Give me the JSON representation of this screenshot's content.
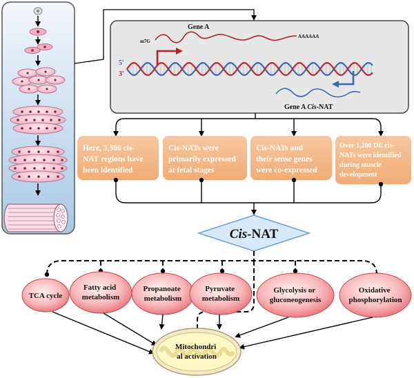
{
  "gene_panel": {
    "gene_a_label": "Gene A",
    "cap_label": "m7G",
    "polya_label": "AAAAAA",
    "strand_5_label": "5'",
    "strand_3_label": "3'",
    "nat_label_prefix": "Gene A ",
    "nat_label_italic": "Cis",
    "nat_label_suffix": "-NAT"
  },
  "findings": [
    {
      "line1": "Here, 3,306 cis-",
      "line2": "NAT regions have",
      "line3": "been identified"
    },
    {
      "line1": "Cis-NATs were",
      "line2": "primarily expressed",
      "line3": "at fetal stages"
    },
    {
      "line1": "Cis-NATs and",
      "line2": "their sense genes",
      "line3": "were co-expressed"
    },
    {
      "line1": "Over 1,200 DE cis-",
      "line2": "NATs were identified",
      "line3": "during muscle",
      "line4": "development"
    }
  ],
  "center": {
    "italic": "Cis",
    "suffix": "-NAT"
  },
  "pathways": [
    {
      "line1": "TCA cycle"
    },
    {
      "line1": "Fatty acid",
      "line2": "metabolism"
    },
    {
      "line1": "Propanoate",
      "line2": "metabolism"
    },
    {
      "line1": "Pyruvate",
      "line2": "metabolism"
    },
    {
      "line1": "Glycolysis or",
      "line2": "gluconeogenesis"
    },
    {
      "line1": "Oxidative",
      "line2": "phosphorylation"
    }
  ],
  "mito": {
    "line1": "Mitochondri",
    "line2": "al activation"
  },
  "colors": {
    "left_panel_top": "#f2f6fb",
    "left_panel_bottom": "#a9cbe6",
    "gene_panel": "#e8e8e8",
    "finding_box": "#f3b98a",
    "diamond": "#d6e8fa",
    "pathway_light": "#fde4e4",
    "pathway_dark": "#e6686e",
    "mrna": "#b3202a",
    "nat": "#3a68b6",
    "mito_fill": "#fff6b8"
  }
}
